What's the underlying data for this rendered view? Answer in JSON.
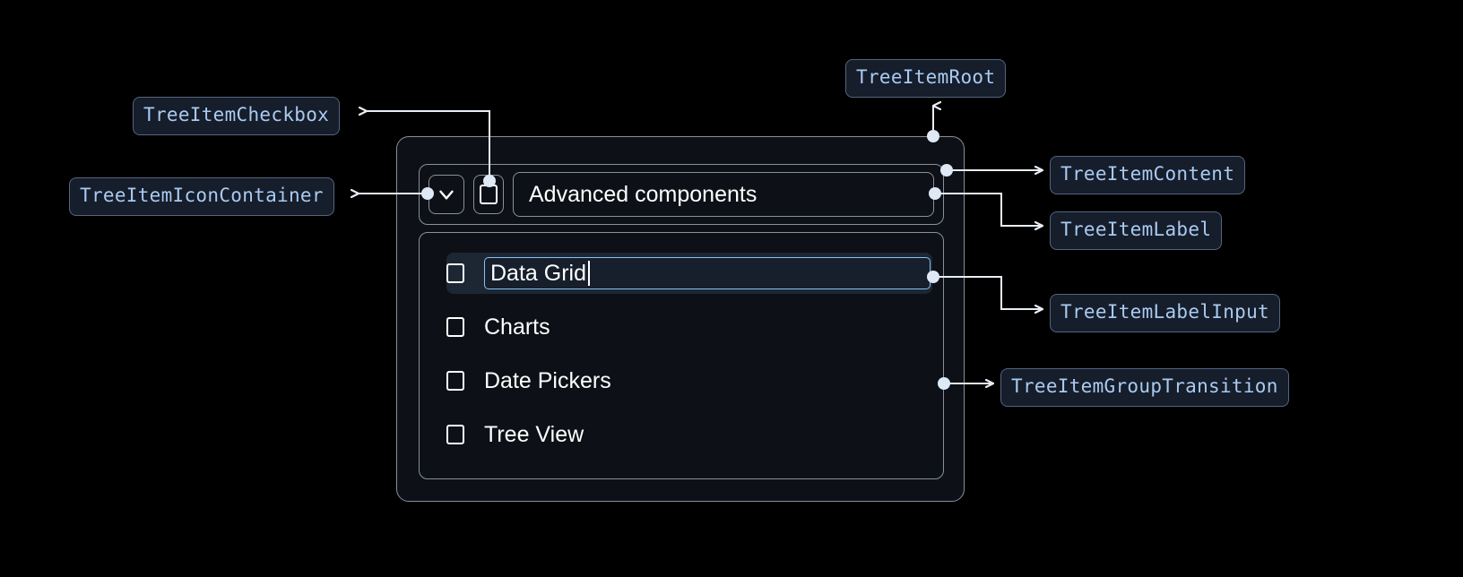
{
  "annotations": [
    {
      "id": "tree-item-root",
      "label": "TreeItemRoot"
    },
    {
      "id": "tree-item-checkbox",
      "label": "TreeItemCheckbox"
    },
    {
      "id": "tree-item-icon-container",
      "label": "TreeItemIconContainer"
    },
    {
      "id": "tree-item-content",
      "label": "TreeItemContent"
    },
    {
      "id": "tree-item-label",
      "label": "TreeItemLabel"
    },
    {
      "id": "tree-item-label-input",
      "label": "TreeItemLabelInput"
    },
    {
      "id": "tree-item-group-transition",
      "label": "TreeItemGroupTransition"
    }
  ],
  "tree": {
    "root": {
      "expand_icon": "chevron-down-icon",
      "checkbox_state": "unchecked",
      "label": "Advanced components"
    },
    "children": [
      {
        "label": "Data Grid",
        "editing": true,
        "checkbox_state": "unchecked"
      },
      {
        "label": "Charts",
        "editing": false,
        "checkbox_state": "unchecked"
      },
      {
        "label": "Date Pickers",
        "editing": false,
        "checkbox_state": "unchecked"
      },
      {
        "label": "Tree View",
        "editing": false,
        "checkbox_state": "unchecked"
      }
    ]
  },
  "colors": {
    "page_background": "#000000",
    "panel_background": "#0d1117",
    "panel_border": "#8a9099",
    "chip_background": "#161d2b",
    "chip_border": "#55657e",
    "chip_text": "#a9cbf0",
    "selected_row_background": "#1d2734",
    "input_border": "#89c2f0",
    "connector": "#e8eef7",
    "text": "#ffffff"
  }
}
